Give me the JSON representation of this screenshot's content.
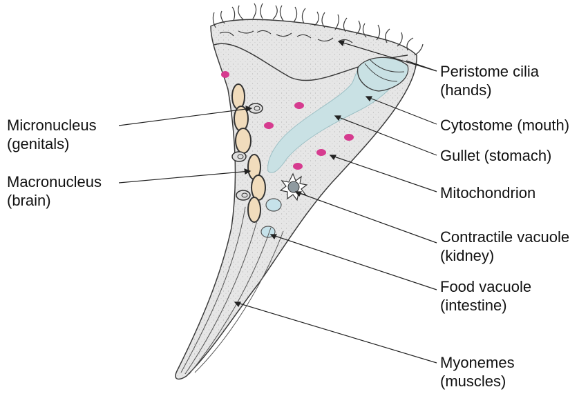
{
  "colors": {
    "body_fill": "#e7e7e7",
    "outline": "#3a3a3a",
    "nucleus_fill": "#f1dcbc",
    "gullet_fill": "#c9e1e4",
    "mitochondria": "#d63b8f",
    "vacuole_fill": "#c6e2ea",
    "label_text": "#111111"
  },
  "labels": {
    "peristome": [
      "Peristome cilia",
      "(hands)"
    ],
    "cytostome": [
      "Cytostome (mouth)"
    ],
    "gullet": [
      "Gullet (stomach)"
    ],
    "mitochondrion": [
      "Mitochondrion"
    ],
    "contractile": [
      "Contractile vacuole",
      "(kidney)"
    ],
    "food": [
      "Food vacuole",
      "(intestine)"
    ],
    "myonemes": [
      "Myonemes",
      "(muscles)"
    ],
    "micronucleus": [
      "Micronucleus",
      "(genitals)"
    ],
    "macronucleus": [
      "Macronucleus",
      "(brain)"
    ]
  }
}
